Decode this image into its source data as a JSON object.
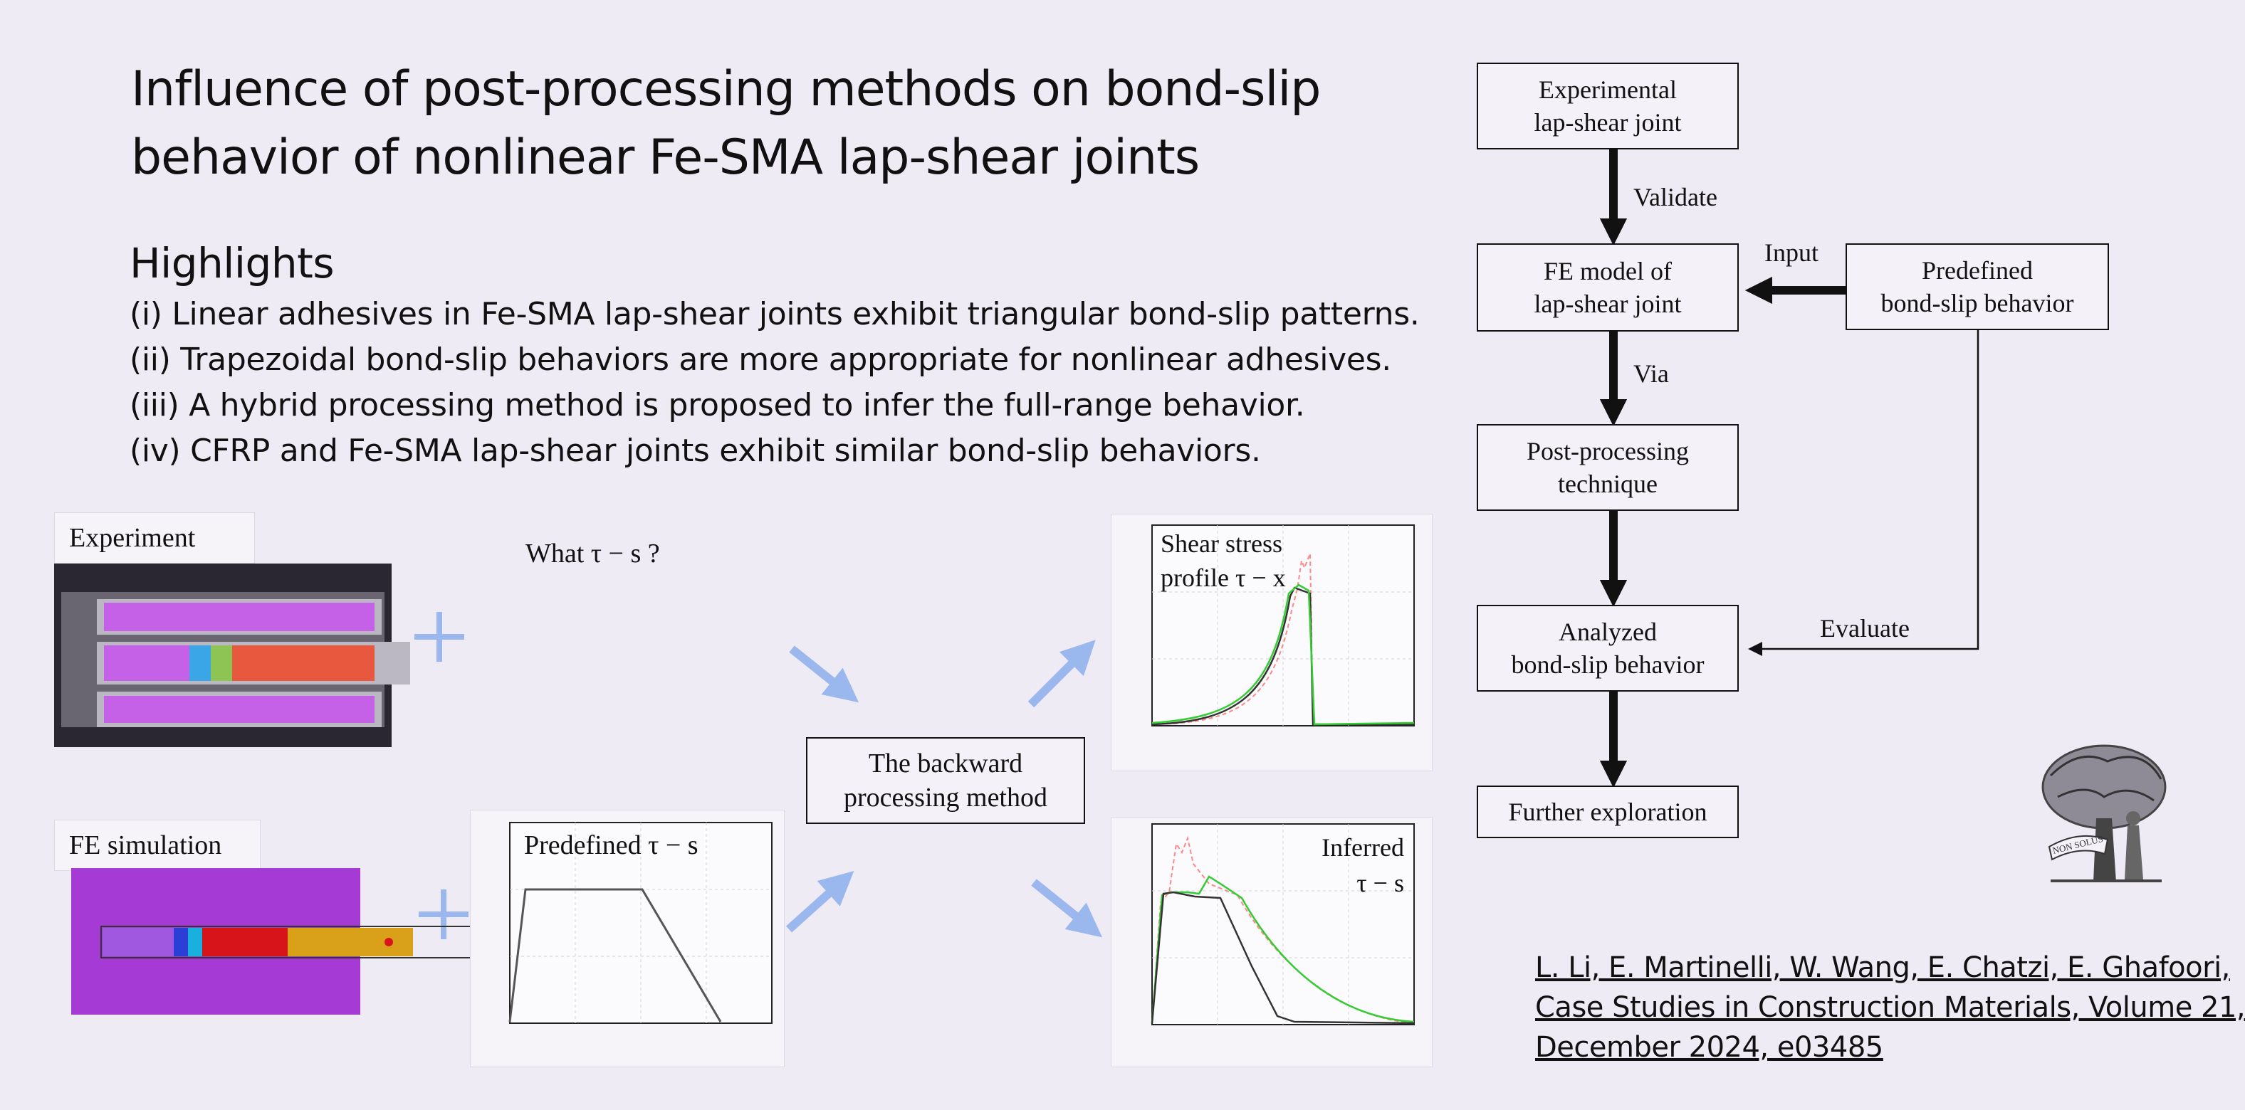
{
  "title_line1": "Influence of post-processing methods on bond-slip",
  "title_line2": "behavior of nonlinear Fe-SMA lap-shear joints",
  "highlights": {
    "heading": "Highlights",
    "items": [
      "(i) Linear adhesives in Fe-SMA lap-shear joints exhibit triangular bond-slip patterns.",
      "(ii) Trapezoidal bond-slip behaviors are more appropriate for nonlinear adhesives.",
      "(iii) A hybrid processing method is proposed to infer the full-range behavior.",
      "(iv) CFRP and Fe-SMA lap-shear joints exhibit similar bond-slip behaviors."
    ]
  },
  "graphic": {
    "experiment_label": "Experiment",
    "fe_label": "FE simulation",
    "question": "What τ − s ?",
    "predefined_chart_label": "Predefined τ − s",
    "method_box": [
      "The backward",
      "processing method"
    ],
    "shear_chart_label": [
      "Shear stress",
      "profile τ − x"
    ],
    "inferred_chart_label": [
      "Inferred",
      "τ − s"
    ]
  },
  "flowchart": {
    "box_experimental": [
      "Experimental",
      "lap-shear joint"
    ],
    "box_fe_model": [
      "FE model of",
      "lap-shear joint"
    ],
    "box_predefined": [
      "Predefined",
      "bond-slip behavior"
    ],
    "box_post": [
      "Post-processing",
      "technique"
    ],
    "box_analyzed": [
      "Analyzed",
      "bond-slip behavior"
    ],
    "box_further": "Further exploration",
    "label_validate": "Validate",
    "label_input": "Input",
    "label_via": "Via",
    "label_evaluate": "Evaluate"
  },
  "logo_text": "NON SOLUS",
  "citation": [
    "L. Li, E. Martinelli, W. Wang, E. Chatzi, E. Ghafoori,",
    "Case Studies in Construction Materials, Volume 21,",
    "December 2024, e03485"
  ],
  "colors": {
    "background": "#efebf5",
    "arrow_blue": "#9ab8ee",
    "sim_purple": "#a63ad4",
    "curve_green": "#33cc33",
    "curve_red_dashed": "#ff8888"
  }
}
